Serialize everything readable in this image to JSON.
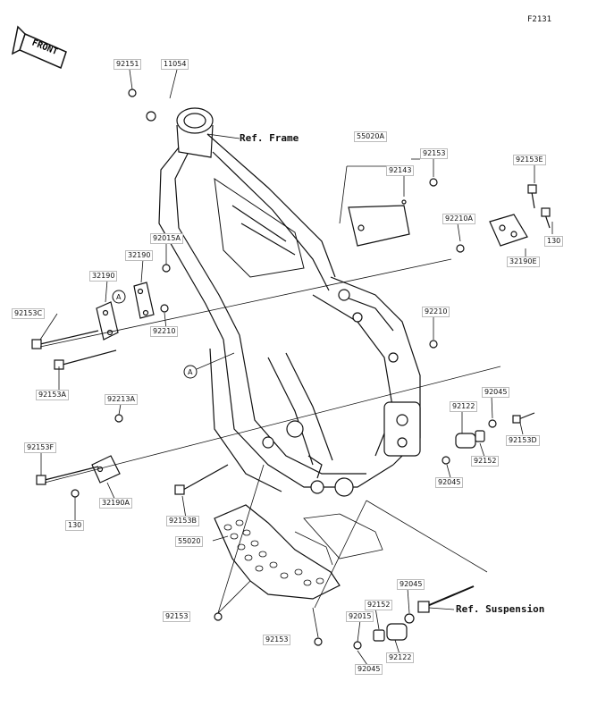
{
  "figure_code": "F2131",
  "orientation_label": "FRONT",
  "references": {
    "frame": "Ref. Frame",
    "suspension": "Ref. Suspension"
  },
  "callout_letter": "A",
  "parts": {
    "p92151": "92151",
    "p11054": "11054",
    "p55020A": "55020A",
    "p92153_top": "92153",
    "p92143": "92143",
    "p92153E": "92153E",
    "p92210A": "92210A",
    "p130_right": "130",
    "p32190E": "32190E",
    "p92015A": "92015A",
    "p32190": "32190",
    "p32190_b": "32190",
    "p92153C": "92153C",
    "p92210_left": "92210",
    "p92210_right": "92210",
    "p92153A": "92153A",
    "p92213A": "92213A",
    "p92045_top": "92045",
    "p92122_top": "92122",
    "p92153D": "92153D",
    "p92152_mid": "92152",
    "p92045_mid": "92045",
    "p92153F": "92153F",
    "p32190A": "32190A",
    "p130_left": "130",
    "p92153B": "92153B",
    "p55020": "55020",
    "p92153_bl": "92153",
    "p92153_bm": "92153",
    "p92045_bottom_top": "92045",
    "p92152_bottom": "92152",
    "p92015": "92015",
    "p92122_bottom": "92122",
    "p92045_bottom": "92045"
  }
}
